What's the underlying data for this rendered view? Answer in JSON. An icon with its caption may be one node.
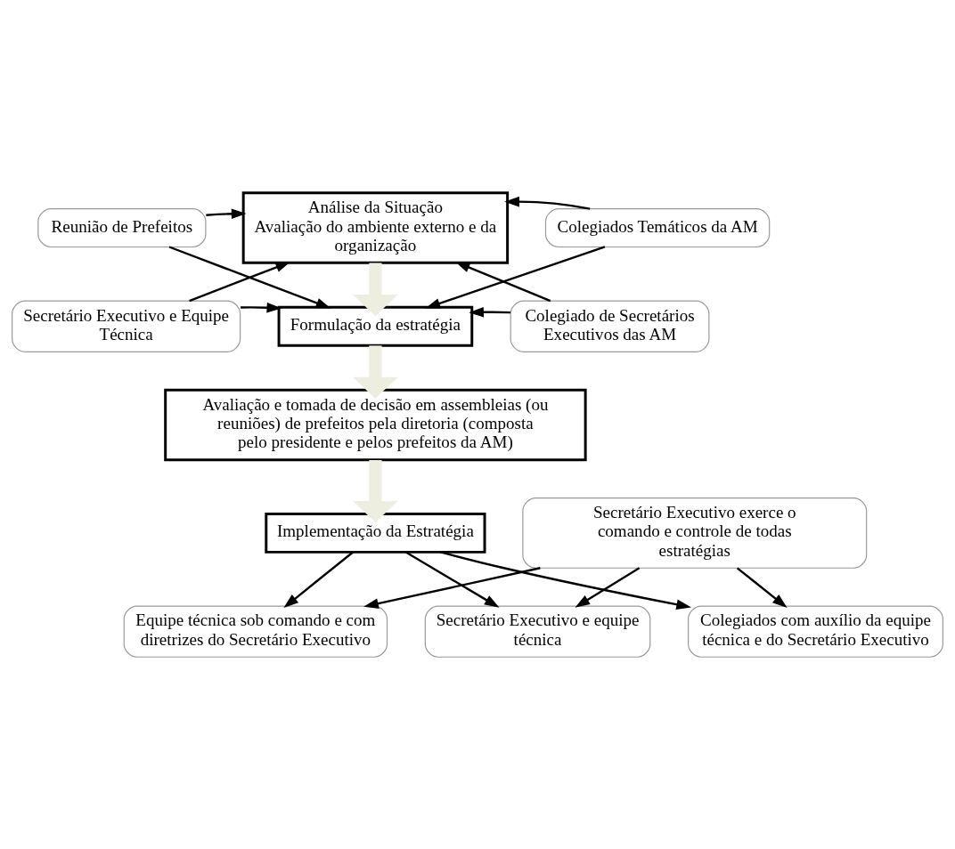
{
  "diagram": {
    "nodes": [
      {
        "text": [
          "Análise da Situação",
          "Avaliação do ambiente externo e da organização"
        ]
      },
      {
        "text": [
          "Reunião de Prefeitos"
        ]
      },
      {
        "text": [
          "Colegiados Temáticos da AM"
        ]
      },
      {
        "text": [
          "Formulação da estratégia"
        ]
      },
      {
        "text": [
          "Secretário Executivo e Equipe Técnica"
        ]
      },
      {
        "text": [
          "Colegiado de Secretários Executivos das AM"
        ]
      },
      {
        "text": [
          "Avaliação e tomada de decisão em assembleias (ou reuniões) de prefeitos pela diretoria (composta pelo presidente e pelos prefeitos da AM)"
        ]
      },
      {
        "text": [
          "Implementação da Estratégia"
        ]
      },
      {
        "text": [
          "Equipe técnica sob comando e com diretrizes do Secretário Executivo"
        ]
      },
      {
        "text": [
          "Secretário Executivo e equipe técnica"
        ]
      },
      {
        "text": [
          "Colegiados com auxílio da equipe técnica e do Secretário Executivo"
        ]
      },
      {
        "text": [
          "Secretário Executivo exerce o comando e controle de todas estratégias"
        ]
      }
    ],
    "edges": [
      {
        "from": 1,
        "to": 0,
        "arrow": "to"
      },
      {
        "from": 4,
        "to": 0,
        "arrow": "to"
      },
      {
        "from": 2,
        "to": 0,
        "arrow": "to"
      },
      {
        "from": 5,
        "to": 0,
        "arrow": "to"
      },
      {
        "from": 1,
        "to": 3,
        "arrow": "to"
      },
      {
        "from": 4,
        "to": 3,
        "arrow": "to"
      },
      {
        "from": 2,
        "to": 3,
        "arrow": "to"
      },
      {
        "from": 5,
        "to": 3,
        "arrow": "to"
      },
      {
        "from": 0,
        "to": 3,
        "arrow": "to",
        "style": "thick",
        "color": "#eeeee0"
      },
      {
        "from": 3,
        "to": 6,
        "arrow": "to",
        "style": "thick",
        "color": "#eeeee0"
      },
      {
        "from": 6,
        "to": 7,
        "arrow": "to",
        "style": "thick",
        "color": "#eeeee0"
      },
      {
        "from": 7,
        "to": 8,
        "arrow": "to"
      },
      {
        "from": 7,
        "to": 9,
        "arrow": "to"
      },
      {
        "from": 7,
        "to": 10,
        "arrow": "to"
      },
      {
        "from": 11,
        "to": 8,
        "arrow": "to"
      },
      {
        "from": 11,
        "to": 9,
        "arrow": "to"
      },
      {
        "from": 11,
        "to": 10,
        "arrow": "to"
      }
    ]
  }
}
